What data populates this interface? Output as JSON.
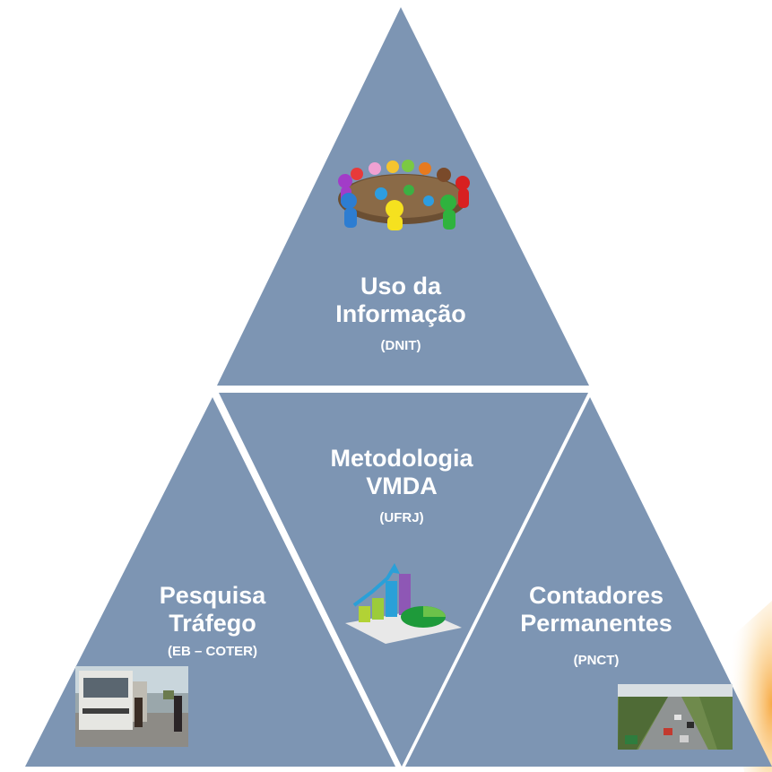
{
  "top": {
    "title_line1": "Uso da",
    "title_line2": "Informação",
    "org": "(DNIT)"
  },
  "center": {
    "title_line1": "Metodologia",
    "title_line2": "VMDA",
    "org": "(UFRJ)"
  },
  "left": {
    "title_line1": "Pesquisa",
    "title_line2": "Tráfego",
    "org": "(EB – COTER)"
  },
  "right": {
    "title_line1": "Contadores",
    "title_line2": "Permanentes",
    "org": "(PNCT)"
  },
  "colors": {
    "triangle_fill": "#7d95b3",
    "border": "#ffffff",
    "accent_orange": "#f7b24d"
  }
}
